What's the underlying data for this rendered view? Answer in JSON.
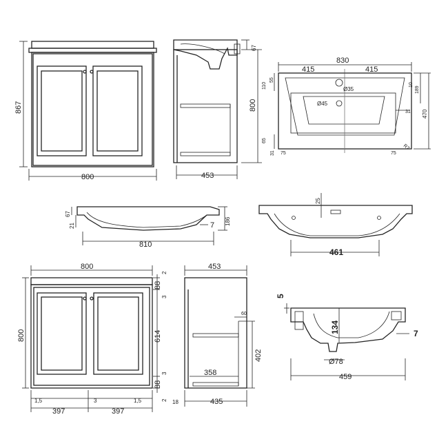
{
  "labels": {
    "a_w800": "800",
    "a_h867": "867",
    "b_w453": "453",
    "b_h800": "800",
    "b_67": "67",
    "c_830": "830",
    "c_415a": "415",
    "c_415b": "415",
    "c_110": "110",
    "c_55": "55",
    "c_d35": "Ø35",
    "c_d45": "Ø45",
    "c_10": "10",
    "c_189": "189",
    "c_470": "470",
    "c_31r": "31",
    "c_65": "65",
    "c_31l": "31",
    "c_75l": "75",
    "c_75r": "75",
    "c_r7": "R7",
    "d_67": "67",
    "d_21": "21",
    "d_7": "7",
    "d_186": "186",
    "d_810": "810",
    "e_25": "25",
    "e_461": "461",
    "f_800": "800",
    "f_h800": "800",
    "f_88t": "88",
    "f_2t": "2",
    "f_3t": "3",
    "f_614": "614",
    "f_3b": "3",
    "f_88b": "88",
    "f_2b": "2",
    "f_15l": "1,5",
    "f_3c": "3",
    "f_15r": "1,5",
    "f_397l": "397",
    "f_397r": "397",
    "g_453": "453",
    "g_60": "60",
    "g_402": "402",
    "g_358": "358",
    "g_18": "18",
    "g_435": "435",
    "h_5": "5",
    "h_134": "134",
    "h_7": "7",
    "h_d78": "Ø78",
    "h_459": "459"
  }
}
